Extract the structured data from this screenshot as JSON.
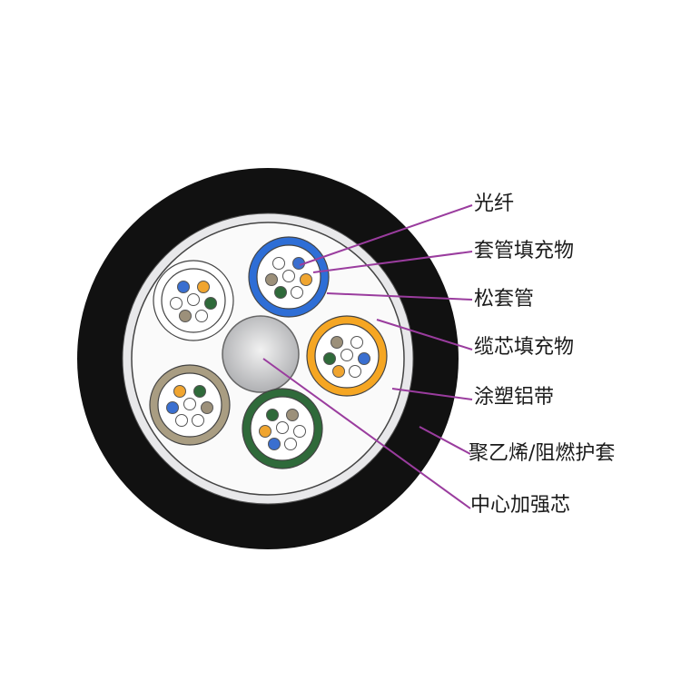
{
  "labels": {
    "fiber": "光纤",
    "tube_filler": "套管填充物",
    "loose_tube": "松套管",
    "core_filler": "缆芯填充物",
    "aluminum_tape": "涂塑铝带",
    "sheath": "聚乙烯/阻燃护套",
    "strength_member": "中心加强芯"
  },
  "colors": {
    "sheath": "#111111",
    "leader_line": "#9a3c9e",
    "tape": "#e8e8ea",
    "strength_member": "#c9cacc"
  },
  "tubes": [
    {
      "name": "white",
      "color": "#ffffff",
      "fibers": [
        "#3a6fd0",
        "#f0a530",
        "#ffffff",
        "#ffffff",
        "#2f6a3a",
        "#9c907a",
        "#ffffff"
      ]
    },
    {
      "name": "blue",
      "color": "#2e6ed6",
      "fibers": [
        "#ffffff",
        "#3a6fd0",
        "#9c907a",
        "#ffffff",
        "#f0a530",
        "#2f6a3a",
        "#ffffff"
      ]
    },
    {
      "name": "orange",
      "color": "#f5a623",
      "fibers": [
        "#9c907a",
        "#ffffff",
        "#2f6a3a",
        "#ffffff",
        "#3a6fd0",
        "#f0a530",
        "#ffffff"
      ]
    },
    {
      "name": "tan",
      "color": "#a99d82",
      "fibers": [
        "#f0a530",
        "#2f6a3a",
        "#3a6fd0",
        "#ffffff",
        "#9c907a",
        "#ffffff",
        "#ffffff"
      ]
    },
    {
      "name": "green",
      "color": "#2f6a3a",
      "fibers": [
        "#2f6a3a",
        "#9c907a",
        "#f0a530",
        "#ffffff",
        "#ffffff",
        "#3a6fd0",
        "#ffffff"
      ]
    }
  ]
}
